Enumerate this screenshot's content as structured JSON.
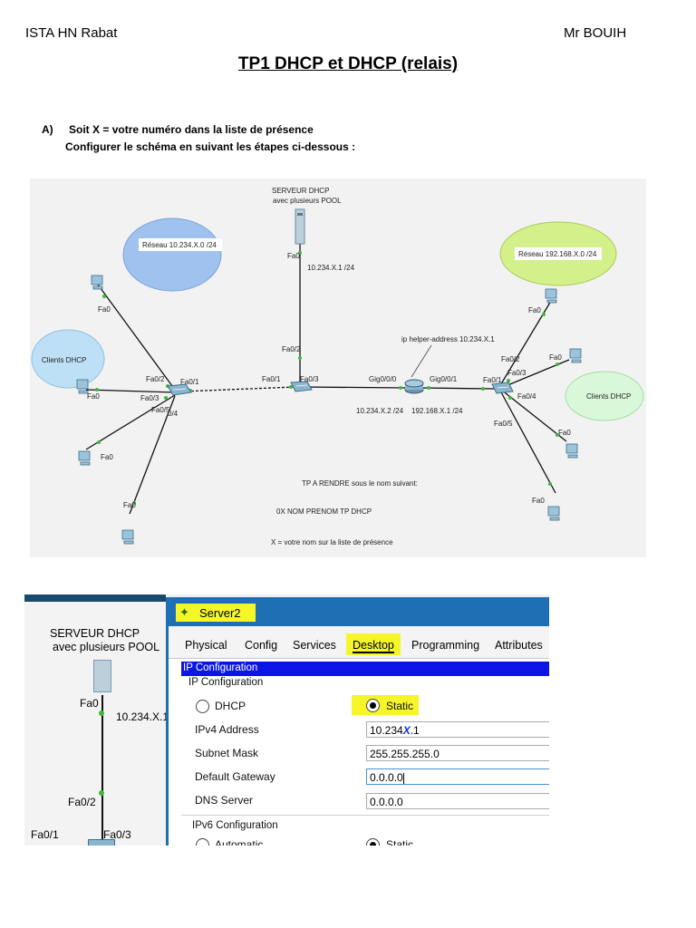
{
  "header": {
    "left": "ISTA HN Rabat",
    "right": "Mr BOUIH"
  },
  "title": "TP1 DHCP et DHCP (relais)",
  "instructions": {
    "marker": "A)",
    "line1": "Soit  X = votre numéro dans la liste de présence",
    "line2": "Configurer le schéma en suivant les étapes ci-dessous :"
  },
  "topology": {
    "server_label_1": "SERVEUR DHCP",
    "server_label_2": "avec plusieurs POOL",
    "server_port": "Fa0",
    "server_ip": "10.234.X.1  /24",
    "switch1_uplink": "Fa0/2",
    "switch1_port3": "Fa0/3",
    "switch1_port1": "Fa0/1",
    "router_g0": "Gig0/0/0",
    "router_g1": "Gig0/0/1",
    "router_ip0": "10.234.X.2  /24",
    "router_ip1": "192.168.X.1  /24",
    "helper": "ip helper-address 10.234.X.1",
    "net_left": "Réseau   10.234.X.0   /24",
    "net_right": "Réseau   192.168.X.0   /24",
    "clients_left": "Clients DHCP",
    "clients_right": "Clients DHCP",
    "left_sw_ports": [
      "Fa0/1",
      "Fa0/2",
      "Fa0/3",
      "Fa0/5",
      "0/4"
    ],
    "right_sw_ports": [
      "Fa0/1",
      "Fa0/2",
      "Fa0/3",
      "Fa0/4",
      "Fa0/5"
    ],
    "pc_port": "Fa0",
    "note1": "TP A RENDRE   sous le nom suivant:",
    "note2": "0X  NOM  PRENOM   TP DHCP",
    "note3": "X = votre nom sur la liste de présence"
  },
  "pt_window": {
    "left_server_1": "SERVEUR DHCP",
    "left_server_2": "avec plusieurs POOL",
    "left_fa0": "Fa0",
    "left_ip": "10.234.X.1",
    "left_fa02": "Fa0/2",
    "left_fa01": "Fa0/1",
    "left_fa03": "Fa0/3",
    "title": "Server2",
    "tabs": [
      "Physical",
      "Config",
      "Services",
      "Desktop",
      "Programming",
      "Attributes"
    ],
    "active_tab": "Desktop",
    "bar_title": "IP Configuration",
    "section": "IP Configuration",
    "dhcp": "DHCP",
    "static": "Static",
    "ipv4_label": "IPv4 Address",
    "ipv4_value": "10.234",
    "ipv4_x": "X",
    "ipv4_suffix": ".1",
    "mask_label": "Subnet Mask",
    "mask_value": "255.255.255.0",
    "gw_label": "Default Gateway",
    "gw_value": "0.0.0.0",
    "dns_label": "DNS Server",
    "dns_value": "0.0.0.0",
    "ipv6_section": "IPv6 Configuration",
    "ipv6_auto": "Automatic",
    "ipv6_static": "Static"
  },
  "colors": {
    "network_bubble": "#9fc3ee",
    "network_bubble_right": "#d4f08a",
    "clients_bubble": "#bde0f6",
    "pt_blue": "#0a15e6",
    "pt_titlebar": "#1f6fb5",
    "highlight": "#f5f52a"
  }
}
